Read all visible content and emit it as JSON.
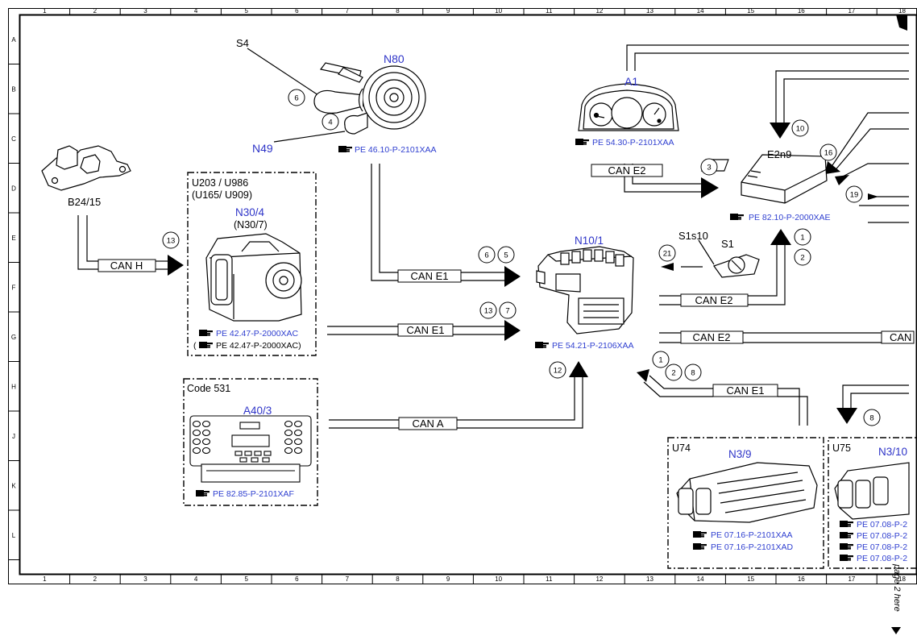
{
  "grid": {
    "columns": [
      "1",
      "2",
      "3",
      "4",
      "5",
      "6",
      "7",
      "8",
      "9",
      "10",
      "11",
      "12",
      "13",
      "14",
      "15",
      "16",
      "17",
      "18"
    ],
    "rows": [
      "A",
      "B",
      "C",
      "D",
      "E",
      "F",
      "G",
      "H",
      "J",
      "K",
      "L"
    ]
  },
  "components": {
    "s4": "S4",
    "n80": "N80",
    "n49": "N49",
    "a1": "A1",
    "e2n9": "E2n9",
    "b24_15": "B24/15",
    "n30_4": "N30/4",
    "n30_7": "(N30/7)",
    "u203": "U203 / U986",
    "u165": "(U165/ U909)",
    "n10_1": "N10/1",
    "s1s10": "S1s10",
    "s1": "S1",
    "code531": "Code 531",
    "a40_3": "A40/3",
    "u74": "U74",
    "n3_9": "N3/9",
    "u75": "U75",
    "n3_10": "N3/10"
  },
  "references": {
    "n80": "PE 46.10-P-2101XAA",
    "a1": "PE 54.30-P-2101XAA",
    "e2n9": "PE 82.10-P-2000XAE",
    "n30_4": "PE 42.47-P-2000XAC",
    "n30_7": "PE 42.47-P-2000XAC)",
    "n10_1": "PE 54.21-P-2106XAA",
    "a40_3": "PE 82.85-P-2101XAF",
    "n3_9_a": "PE 07.16-P-2101XAA",
    "n3_9_b": "PE 07.16-P-2101XAD",
    "n3_10_a": "PE 07.08-P-2",
    "n3_10_b": "PE 07.08-P-2",
    "n3_10_c": "PE 07.08-P-2",
    "n3_10_d": "PE 07.08-P-2"
  },
  "buses": {
    "can_h": "CAN H",
    "can_e1_a": "CAN E1",
    "can_e1_b": "CAN E1",
    "can_a": "CAN A",
    "can_e2_a": "CAN E2",
    "can_e2_b": "CAN E2",
    "can_e2_c": "CAN E2",
    "can_e2_d": "CAN E2",
    "can_e1_c": "CAN E1",
    "can_cut": "CAN"
  },
  "markers": {
    "m6_s4": "6",
    "m4_n49": "4",
    "m10": "10",
    "m16": "16",
    "m19": "19",
    "m3": "3",
    "m13_h": "13",
    "m6_e1": "6",
    "m5_e1": "5",
    "m13_e1": "13",
    "m7_e1": "7",
    "m21": "21",
    "m1_s1": "1",
    "m2_s1": "2",
    "m12": "12",
    "m1_r": "1",
    "m2_r": "2",
    "m8_r": "8",
    "m8_down": "8"
  },
  "page_note": "page 2 here"
}
